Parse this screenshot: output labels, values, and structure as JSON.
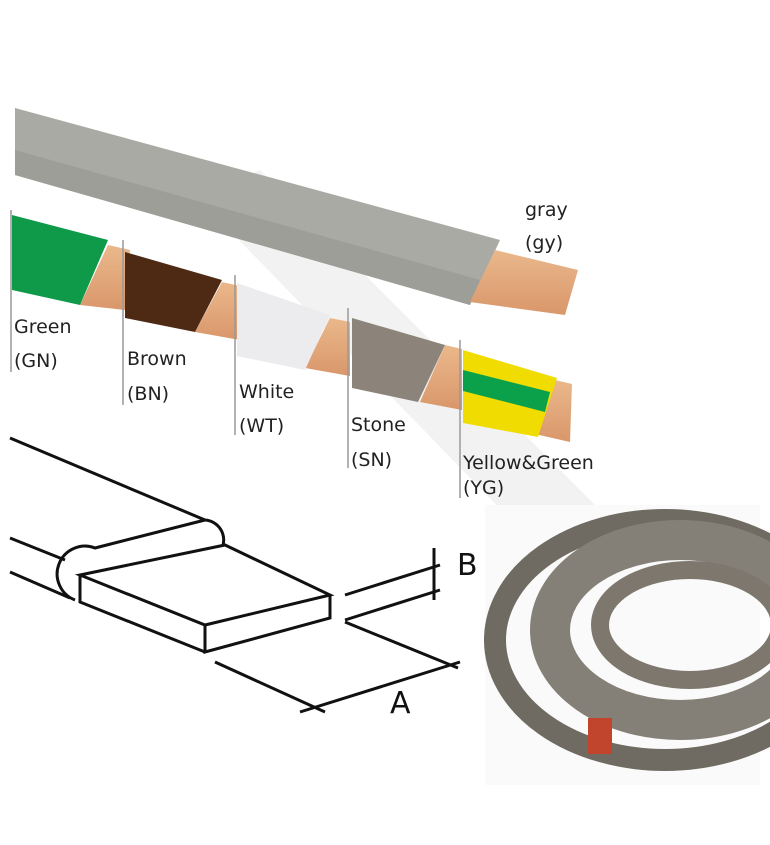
{
  "colors": [
    {
      "name": "gray",
      "code": "(gy)",
      "hex": "#a9aaa3"
    },
    {
      "name": "Green",
      "code": "(GN)",
      "hex": "#0f9a4a"
    },
    {
      "name": "Brown",
      "code": "(BN)",
      "hex": "#4e2a14"
    },
    {
      "name": "White",
      "code": "(WT)",
      "hex": "#eeeef0"
    },
    {
      "name": "Stone",
      "code": "(SN)",
      "hex": "#8c847a"
    },
    {
      "name": "Yellow&Green",
      "code": "(YG)",
      "hex": "#f0dc00"
    }
  ],
  "dimensions": {
    "width_label": "A",
    "thickness_label": "B"
  },
  "copper_hex": "#e2a878",
  "coil_hex": "#7d776e"
}
